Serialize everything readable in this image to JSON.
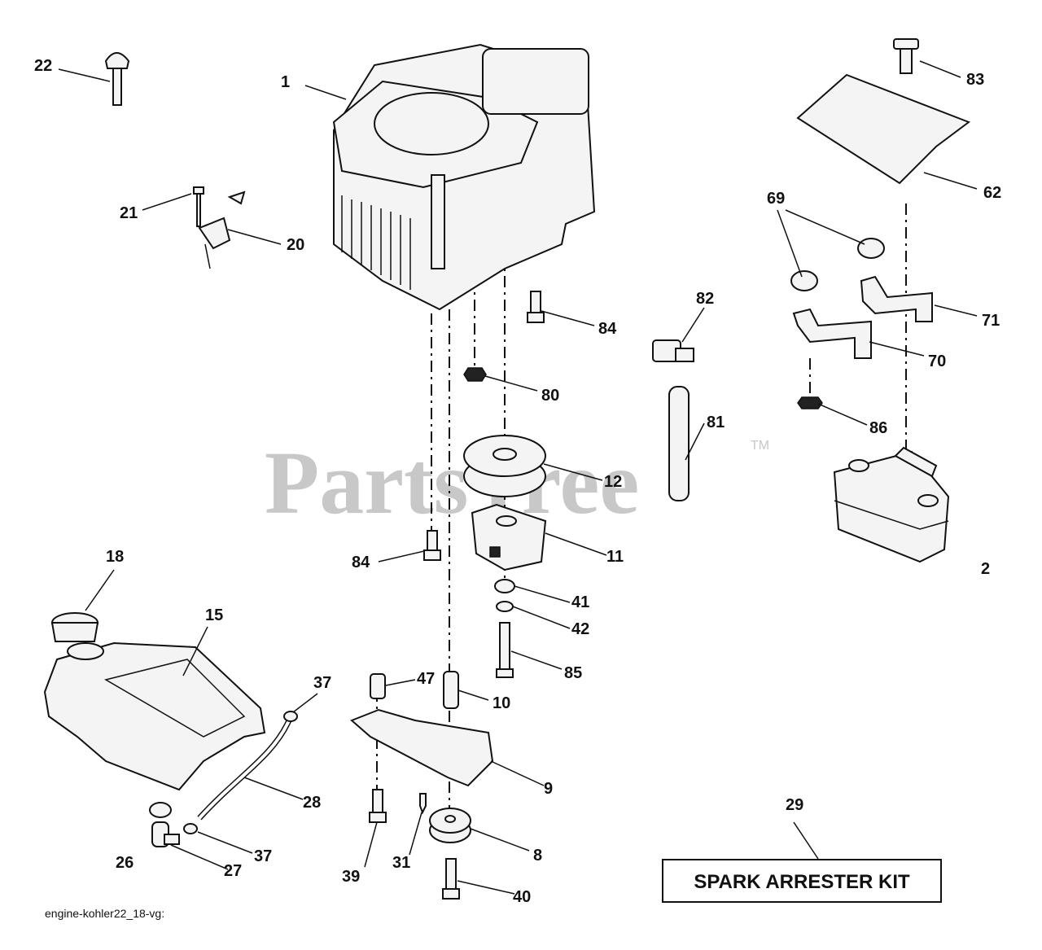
{
  "watermark": {
    "text": "PartsTree",
    "tm": "TM"
  },
  "footer": "engine-kohler22_18-vg:",
  "kit_box": {
    "label": "SPARK ARRESTER KIT"
  },
  "callouts": [
    {
      "id": "1",
      "text": "1"
    },
    {
      "id": "2",
      "text": "2"
    },
    {
      "id": "8",
      "text": "8"
    },
    {
      "id": "9",
      "text": "9"
    },
    {
      "id": "10",
      "text": "10"
    },
    {
      "id": "11",
      "text": "11"
    },
    {
      "id": "12",
      "text": "12"
    },
    {
      "id": "15",
      "text": "15"
    },
    {
      "id": "18",
      "text": "18"
    },
    {
      "id": "20",
      "text": "20"
    },
    {
      "id": "21",
      "text": "21"
    },
    {
      "id": "22",
      "text": "22"
    },
    {
      "id": "26",
      "text": "26"
    },
    {
      "id": "27",
      "text": "27"
    },
    {
      "id": "28",
      "text": "28"
    },
    {
      "id": "29",
      "text": "29"
    },
    {
      "id": "31",
      "text": "31"
    },
    {
      "id": "37a",
      "text": "37"
    },
    {
      "id": "37b",
      "text": "37"
    },
    {
      "id": "39",
      "text": "39"
    },
    {
      "id": "40",
      "text": "40"
    },
    {
      "id": "41",
      "text": "41"
    },
    {
      "id": "42",
      "text": "42"
    },
    {
      "id": "47",
      "text": "47"
    },
    {
      "id": "62",
      "text": "62"
    },
    {
      "id": "69",
      "text": "69"
    },
    {
      "id": "70",
      "text": "70"
    },
    {
      "id": "71",
      "text": "71"
    },
    {
      "id": "80",
      "text": "80"
    },
    {
      "id": "81",
      "text": "81"
    },
    {
      "id": "82",
      "text": "82"
    },
    {
      "id": "83",
      "text": "83"
    },
    {
      "id": "84a",
      "text": "84"
    },
    {
      "id": "84b",
      "text": "84"
    },
    {
      "id": "85",
      "text": "85"
    },
    {
      "id": "86",
      "text": "86"
    }
  ]
}
